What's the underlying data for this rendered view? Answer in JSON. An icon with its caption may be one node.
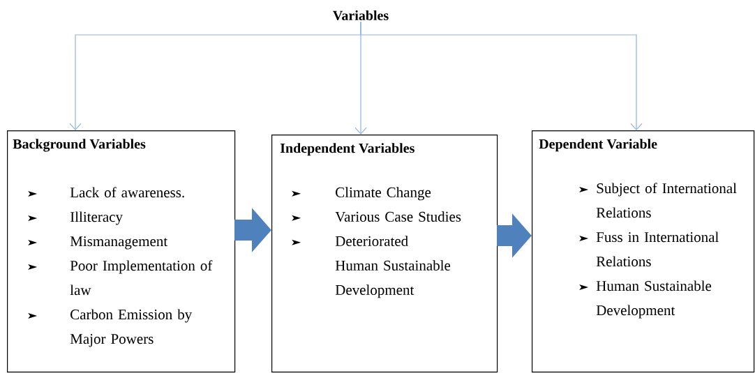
{
  "diagram": {
    "nodes": [
      {
        "text": [
          "Variables"
        ]
      },
      {
        "text": [
          "Background Variables",
          "Lack of awareness.",
          "Illiteracy",
          "Mismanagement",
          "Poor Implementation of law",
          "Carbon Emission by Major Powers"
        ]
      },
      {
        "text": [
          "Independent Variables",
          "Climate Change",
          "Various Case Studies",
          "Deteriorated Human Sustainable Development"
        ]
      },
      {
        "text": [
          "Dependent Variable",
          "Subject of International Relations",
          "Fuss in International Relations",
          "Human Sustainable Development"
        ]
      }
    ],
    "edges": [
      {
        "from": 0,
        "to": 1,
        "arrow": "to"
      },
      {
        "from": 0,
        "to": 2,
        "arrow": "to"
      },
      {
        "from": 0,
        "to": 3,
        "arrow": "to"
      },
      {
        "from": 1,
        "to": 2,
        "arrow": "to",
        "style": "thick",
        "color": "#4f81bd"
      },
      {
        "from": 2,
        "to": 3,
        "arrow": "to",
        "style": "thick",
        "color": "#4f81bd"
      }
    ]
  }
}
